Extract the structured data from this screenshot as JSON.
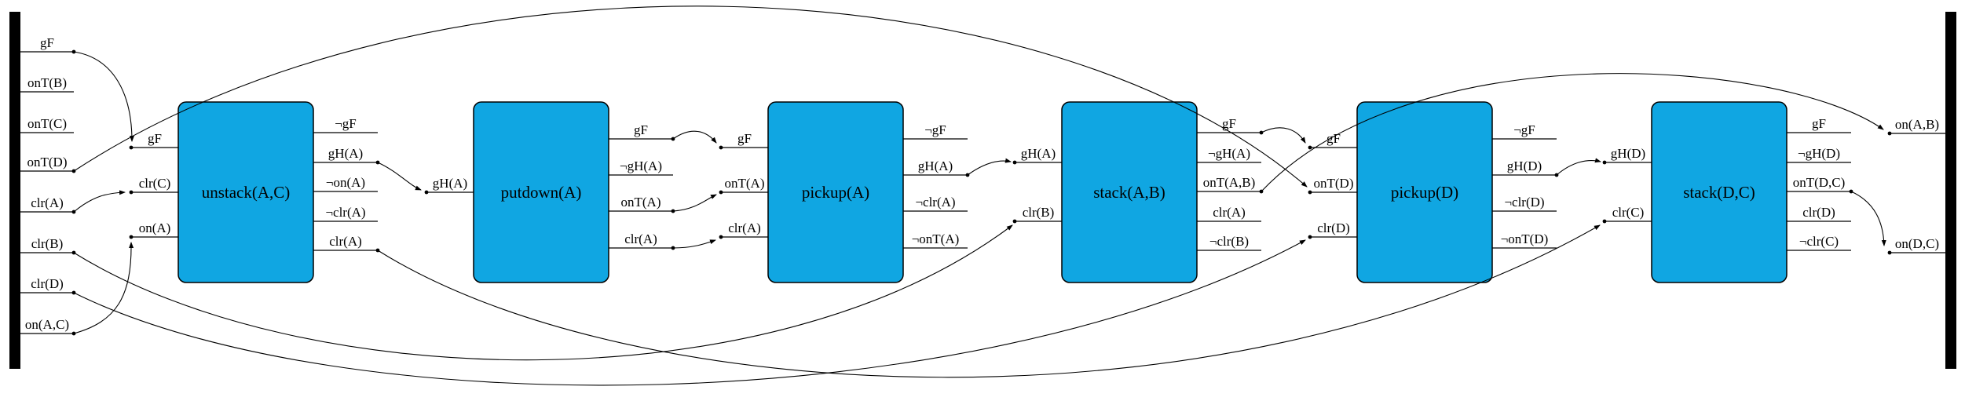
{
  "diagram": {
    "init_labels": [
      "gF",
      "onT(B)",
      "onT(C)",
      "onT(D)",
      "clr(A)",
      "clr(B)",
      "clr(D)",
      "on(A,C)"
    ],
    "goal_labels": [
      "on(A,B)",
      "on(D,C)"
    ],
    "boxes": [
      {
        "title": "unstack(A,C)",
        "inputs": [
          "gF",
          "clr(C)",
          "on(A)"
        ],
        "outputs": [
          "¬gF",
          "gH(A)",
          "¬on(A)",
          "¬clr(A)",
          "clr(A)"
        ]
      },
      {
        "title": "putdown(A)",
        "inputs": [
          "gH(A)"
        ],
        "outputs": [
          "gF",
          "¬gH(A)",
          "onT(A)",
          "clr(A)"
        ]
      },
      {
        "title": "pickup(A)",
        "inputs": [
          "gF",
          "onT(A)",
          "clr(A)"
        ],
        "outputs": [
          "¬gF",
          "gH(A)",
          "¬clr(A)",
          "¬onT(A)"
        ]
      },
      {
        "title": "stack(A,B)",
        "inputs": [
          "gH(A)",
          "clr(B)"
        ],
        "outputs": [
          "gF",
          "¬gH(A)",
          "onT(A,B)",
          "clr(A)",
          "¬clr(B)"
        ]
      },
      {
        "title": "pickup(D)",
        "inputs": [
          "gF",
          "onT(D)",
          "clr(D)"
        ],
        "outputs": [
          "¬gF",
          "gH(D)",
          "¬clr(D)",
          "¬onT(D)"
        ]
      },
      {
        "title": "stack(D,C)",
        "inputs": [
          "gH(D)",
          "clr(C)"
        ],
        "outputs": [
          "gF",
          "¬gH(D)",
          "onT(D,C)",
          "clr(D)",
          "¬clr(C)"
        ]
      }
    ],
    "edges": [
      {
        "from": "initial.gF",
        "to": "unstack(A,C).gF"
      },
      {
        "from": "initial.onT(D)",
        "to": "pickup(D).onT(D)"
      },
      {
        "from": "initial.clr(A)",
        "to": "unstack(A,C).clr(C)"
      },
      {
        "from": "initial.clr(B)",
        "to": "stack(A,B).clr(B)"
      },
      {
        "from": "initial.clr(D)",
        "to": "pickup(D).clr(D)"
      },
      {
        "from": "initial.on(A,C)",
        "to": "unstack(A,C).on(A)"
      },
      {
        "from": "unstack(A,C).gH(A)",
        "to": "putdown(A).gH(A)"
      },
      {
        "from": "unstack(A,C).clr(A)",
        "to": "stack(D,C).clr(C)"
      },
      {
        "from": "putdown(A).gF",
        "to": "pickup(A).gF"
      },
      {
        "from": "putdown(A).onT(A)",
        "to": "pickup(A).onT(A)"
      },
      {
        "from": "putdown(A).clr(A)",
        "to": "pickup(A).clr(A)"
      },
      {
        "from": "pickup(A).gH(A)",
        "to": "stack(A,B).gH(A)"
      },
      {
        "from": "stack(A,B).gF",
        "to": "pickup(D).gF"
      },
      {
        "from": "stack(A,B).onT(A,B)",
        "to": "goal.on(A,B)"
      },
      {
        "from": "pickup(D).gH(D)",
        "to": "stack(D,C).gH(D)"
      },
      {
        "from": "stack(D,C).onT(D,C)",
        "to": "goal.on(D,C)"
      }
    ],
    "colors": {
      "box_fill": "#10A6E2",
      "line": "#000000",
      "background": "#ffffff"
    }
  }
}
